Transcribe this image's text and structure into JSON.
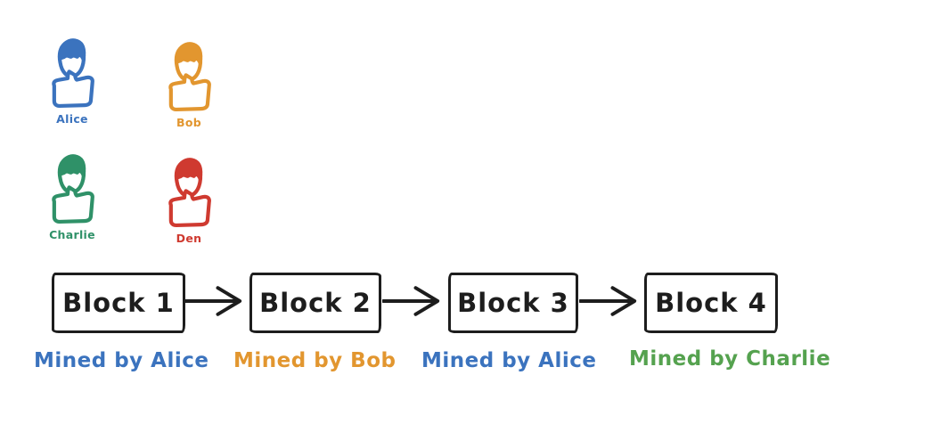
{
  "colors": {
    "ink": "#1d1d1d",
    "background": "#ffffff"
  },
  "people": [
    {
      "name": "Alice",
      "color": "#3b73be"
    },
    {
      "name": "Bob",
      "color": "#e2962f"
    },
    {
      "name": "Charlie",
      "color": "#2f9168"
    },
    {
      "name": "Den",
      "color": "#cf3a30"
    }
  ],
  "chain": {
    "blocks": [
      {
        "label": "Block 1",
        "mined_by": "Mined by Alice",
        "miner_color": "#3b73be"
      },
      {
        "label": "Block 2",
        "mined_by": "Mined by Bob",
        "miner_color": "#e2962f"
      },
      {
        "label": "Block 3",
        "mined_by": "Mined by Alice",
        "miner_color": "#3b73be"
      },
      {
        "label": "Block 4",
        "mined_by": "Mined by Charlie",
        "miner_color": "#55a24f"
      }
    ]
  }
}
